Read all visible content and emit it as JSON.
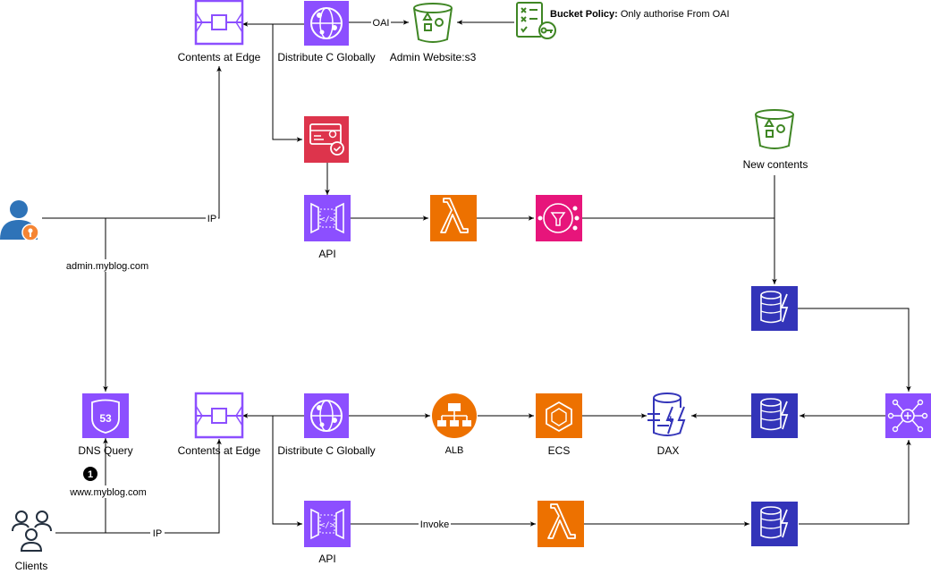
{
  "colors": {
    "network": "#8C4FFF",
    "network_dark": "#4D27AA",
    "compute": "#ED7100",
    "compute_dark": "#C8511B",
    "security": "#DD344C",
    "security_dark": "#BD0816",
    "integration": "#E7157B",
    "database": "#3334B9",
    "database_light": "#4D72F3",
    "storage": "#3F8624",
    "user": "#2E73B8",
    "key": "#F58534",
    "line": "#000000"
  },
  "nodes": {
    "edge_top": {
      "label": "Contents at Edge",
      "icon": "edge-location-icon"
    },
    "cf_top": {
      "label": "Distribute C Globally",
      "icon": "cloudfront-icon"
    },
    "s3_admin": {
      "label": "Admin Website:s3",
      "icon": "s3-bucket-icon"
    },
    "policy": {
      "label_bold": "Bucket Policy:",
      "label_rest": " Only authorise From OAI",
      "icon": "bucket-policy-icon"
    },
    "cognito": {
      "label": "",
      "icon": "cognito-icon"
    },
    "s3_new": {
      "label": "New contents",
      "icon": "s3-bucket-icon"
    },
    "admin_user": {
      "label": "",
      "icon": "admin-user-icon"
    },
    "api_top": {
      "label": "API",
      "icon": "api-gateway-icon"
    },
    "lambda_top": {
      "label": "",
      "icon": "lambda-icon"
    },
    "sns": {
      "label": "",
      "icon": "sns-icon"
    },
    "ddb_mid": {
      "label": "",
      "icon": "dynamodb-icon"
    },
    "route53": {
      "label": "DNS Query",
      "icon": "route53-icon"
    },
    "edge_bottom": {
      "label": "Contents at Edge",
      "icon": "edge-location-icon"
    },
    "cf_bottom": {
      "label": "Distribute C Globally",
      "icon": "cloudfront-icon"
    },
    "alb": {
      "label": "ALB",
      "icon": "alb-icon"
    },
    "ecs": {
      "label": "ECS",
      "icon": "ecs-icon"
    },
    "dax": {
      "label": "DAX",
      "icon": "dax-icon"
    },
    "ddb_bottom": {
      "label": "",
      "icon": "dynamodb-icon"
    },
    "appsync": {
      "label": "",
      "icon": "appsync-icon"
    },
    "clients": {
      "label": "Clients",
      "icon": "clients-icon"
    },
    "api_bottom": {
      "label": "API",
      "icon": "api-gateway-icon"
    },
    "lambda_bottom": {
      "label": "",
      "icon": "lambda-icon"
    },
    "ddb_lower": {
      "label": "",
      "icon": "dynamodb-icon"
    }
  },
  "edges": {
    "oai": "OAI",
    "ip_top": "IP",
    "admin_domain": "admin.myblog.com",
    "www_domain": "www.myblog.com",
    "ip_bottom": "IP",
    "invoke": "Invoke",
    "step_one": "1"
  }
}
